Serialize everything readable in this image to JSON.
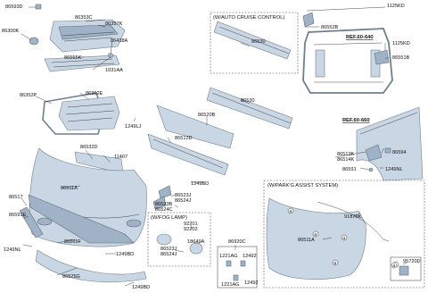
{
  "boxes": {
    "cruise": "(W/AUTO CRUISE CONTROL)",
    "park": "(W/PARK'G ASSIST SYSTEM)",
    "fog": "(W/FOG LAMP)"
  },
  "refs": {
    "ref1": "REF.60-640",
    "ref2": "REF.60-660"
  },
  "labels": {
    "l86593D": "86593D",
    "l86353C": "86353C",
    "l86357K": "86357K",
    "l86438A": "86438A",
    "l86300K": "86300K",
    "l1031AA": "1031AA",
    "l86555K": "86555K",
    "l86352P": "86352P",
    "l86362E": "86362E",
    "l1249LJ": "1249LJ",
    "l86532D": "86532D",
    "l11407": "11407",
    "l86511A": "86511A",
    "l86517": "86517",
    "l86591E": "86591E",
    "l1249NL_a": "1249NL",
    "l86565F": "86565F",
    "l1249BD_a": "1249BD",
    "l86525G": "86525G",
    "l1249BD_b": "1249BD",
    "l1125KD_a": "1125KD",
    "l86552B": "86552B",
    "l1125KD_b": "1125KD",
    "l86551B": "86551B",
    "l86530_a": "86530",
    "l86530_b": "86530",
    "l86520B": "86520B",
    "l86512D": "86512D",
    "l1249BD_c": "1249BD",
    "l86523J_a": "86523J",
    "l86524J_a": "86524J",
    "l86523B": "86523B",
    "l86524C": "86524C",
    "l92201": "92201",
    "l92202": "92202",
    "l18649A": "18649A",
    "l86523J_b": "86523J",
    "l86524J_b": "86524J",
    "l86920C": "86920C",
    "l1221AG_a": "1221AG",
    "l12492_a": "12492",
    "l1221AG_b": "1221AG",
    "l12492_b": "12492",
    "l86513K": "86513K",
    "l86514K": "86514K",
    "l86594": "86594",
    "l86591": "86591",
    "l1249NL_b": "1249NL",
    "l91870K": "91870K",
    "l86511A_b": "86511A",
    "l95720D": "95720D"
  },
  "callout_marks": {
    "a": "a"
  }
}
